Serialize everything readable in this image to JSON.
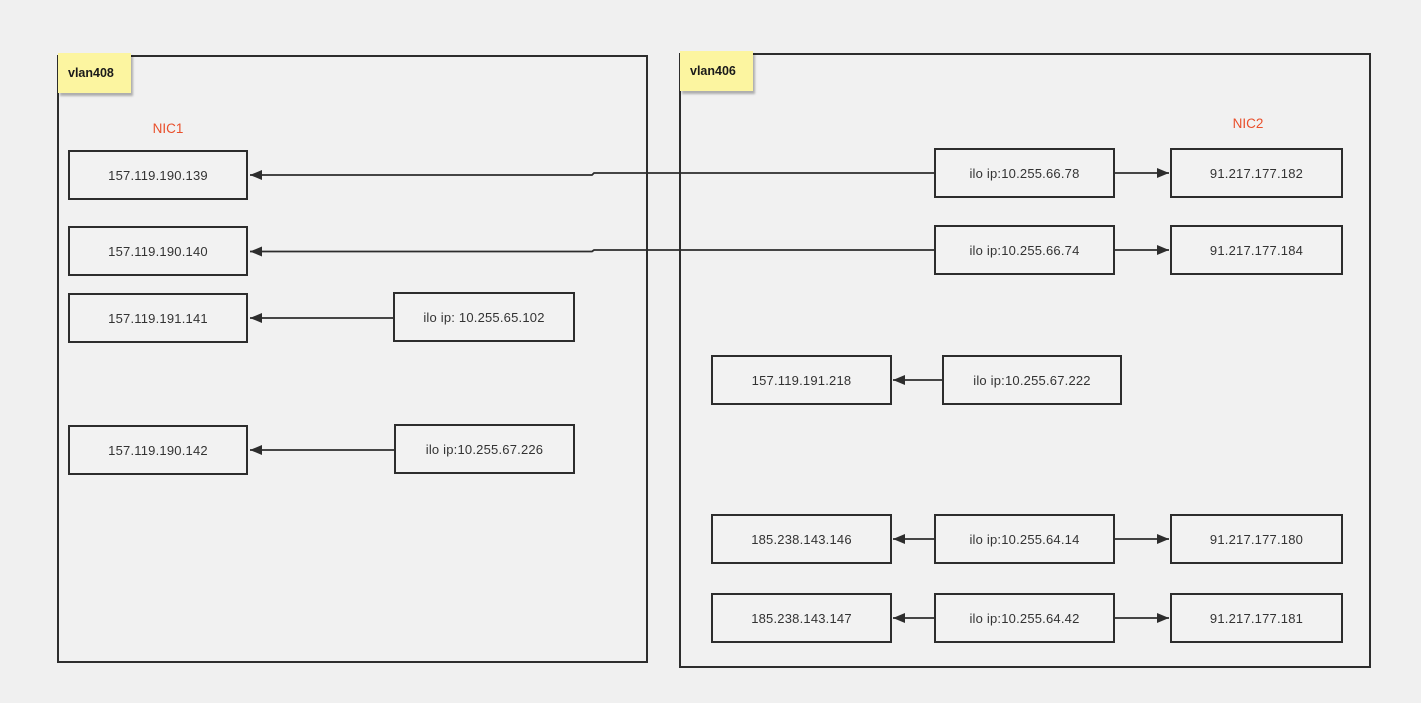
{
  "diagram": {
    "type": "network-vlan-diagram",
    "colors": {
      "background": "#f0f0f0",
      "shape_fill": "#f2f2f2",
      "stroke": "#2d2d2d",
      "note_fill": "#fcf5a0",
      "nic_label_color": "#e94f2b",
      "node_text": "#333333"
    }
  },
  "panels": {
    "vlan408": {
      "label": "vlan408",
      "nic_label": "NIC1"
    },
    "vlan406": {
      "label": "vlan406",
      "nic_label": "NIC2"
    }
  },
  "nodes": {
    "v408_ip_139": "157.119.190.139",
    "v408_ip_140": "157.119.190.140",
    "v408_ip_141": "157.119.191.141",
    "v408_ip_142": "157.119.190.142",
    "v408_ilo_65_102": "ilo ip: 10.255.65.102",
    "v408_ilo_67_226": "ilo ip:10.255.67.226",
    "v406_ilo_66_78": "ilo ip:10.255.66.78",
    "v406_ip_177_182": "91.217.177.182",
    "v406_ilo_66_74": "ilo ip:10.255.66.74",
    "v406_ip_177_184": "91.217.177.184",
    "v406_ip_191_218": "157.119.191.218",
    "v406_ilo_67_222": "ilo ip:10.255.67.222",
    "v406_ip_143_146": "185.238.143.146",
    "v406_ilo_64_14": "ilo ip:10.255.64.14",
    "v406_ip_177_180": "91.217.177.180",
    "v406_ip_143_147": "185.238.143.147",
    "v406_ilo_64_42": "ilo ip:10.255.64.42",
    "v406_ip_177_181": "91.217.177.181"
  },
  "edges": [
    {
      "from": "v406_ilo_66_78",
      "to": "v408_ip_139",
      "arrow": "left"
    },
    {
      "from": "v406_ilo_66_78",
      "to": "v406_ip_177_182",
      "arrow": "right"
    },
    {
      "from": "v406_ilo_66_74",
      "to": "v408_ip_140",
      "arrow": "left"
    },
    {
      "from": "v406_ilo_66_74",
      "to": "v406_ip_177_184",
      "arrow": "right"
    },
    {
      "from": "v408_ilo_65_102",
      "to": "v408_ip_141",
      "arrow": "left"
    },
    {
      "from": "v408_ilo_67_226",
      "to": "v408_ip_142",
      "arrow": "left"
    },
    {
      "from": "v406_ilo_67_222",
      "to": "v406_ip_191_218",
      "arrow": "left"
    },
    {
      "from": "v406_ilo_64_14",
      "to": "v406_ip_143_146",
      "arrow": "left"
    },
    {
      "from": "v406_ilo_64_14",
      "to": "v406_ip_177_180",
      "arrow": "right"
    },
    {
      "from": "v406_ilo_64_42",
      "to": "v406_ip_143_147",
      "arrow": "left"
    },
    {
      "from": "v406_ilo_64_42",
      "to": "v406_ip_177_181",
      "arrow": "right"
    }
  ]
}
